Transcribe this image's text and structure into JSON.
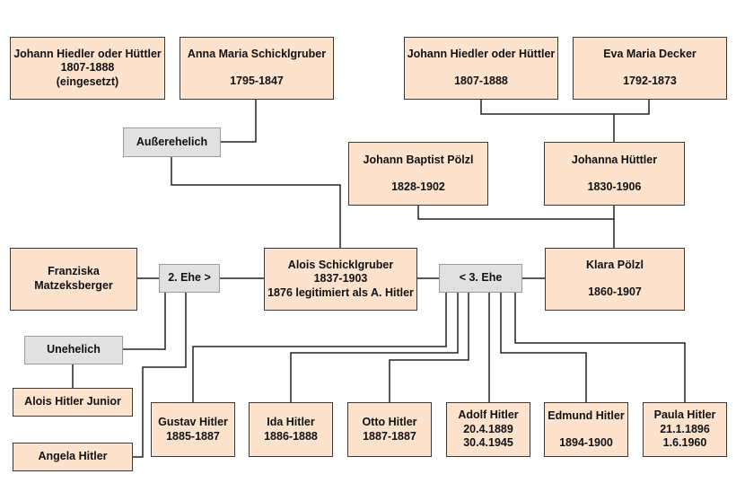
{
  "colors": {
    "person_fill": "#fde3cd",
    "label_fill": "#e1e1e1",
    "line": "#222222"
  },
  "people": {
    "johann_hiedler_1": {
      "name": "Johann Hiedler oder Hüttler",
      "dates": "1807-1888",
      "note": "(eingesetzt)"
    },
    "anna_maria": {
      "name": "Anna Maria Schicklgruber",
      "dates": "1795-1847"
    },
    "johann_hiedler_2": {
      "name": "Johann Hiedler oder Hüttler",
      "dates": "1807-1888"
    },
    "eva_maria": {
      "name": "Eva Maria Decker",
      "dates": "1792-1873"
    },
    "johann_baptist": {
      "name": "Johann Baptist Pölzl",
      "dates": "1828-1902"
    },
    "johanna": {
      "name": "Johanna Hüttler",
      "dates": "1830-1906"
    },
    "franziska": {
      "name_line1": "Franziska",
      "name_line2": "Matzeksberger"
    },
    "alois": {
      "name": "Alois Schicklgruber",
      "dates": "1837-1903",
      "note": "1876 legitimiert als A. Hitler"
    },
    "klara": {
      "name": "Klara Pölzl",
      "dates": "1860-1907"
    },
    "alois_junior": {
      "name": "Alois Hitler Junior"
    },
    "angela": {
      "name": "Angela Hitler"
    },
    "gustav": {
      "name": "Gustav Hitler",
      "dates": "1885-1887"
    },
    "ida": {
      "name": "Ida Hitler",
      "dates": "1886-1888"
    },
    "otto": {
      "name": "Otto Hitler",
      "dates": "1887-1887"
    },
    "adolf": {
      "name": "Adolf Hitler",
      "born": "20.4.1889",
      "died": "30.4.1945"
    },
    "edmund": {
      "name": "Edmund Hitler",
      "dates": "1894-1900"
    },
    "paula": {
      "name": "Paula Hitler",
      "born": "21.1.1896",
      "died": "1.6.1960"
    }
  },
  "labels": {
    "ausserehelich": "Außerehelich",
    "ehe2": "2. Ehe >",
    "ehe3": "< 3. Ehe",
    "unehelich": "Unehelich"
  }
}
